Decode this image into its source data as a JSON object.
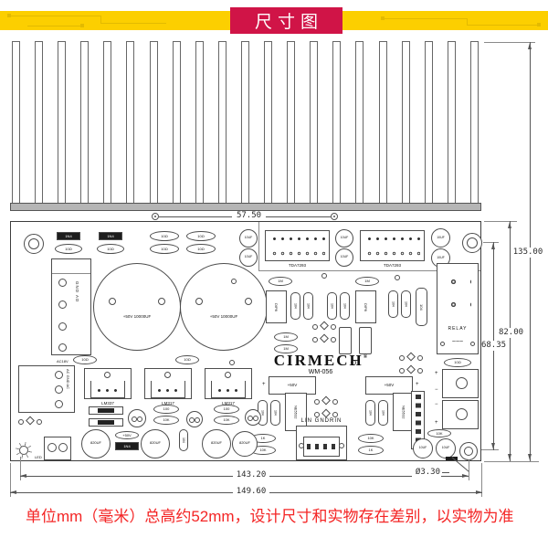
{
  "banner": {
    "title": "尺寸图"
  },
  "note": {
    "text": "单位mm（毫米）总高约52mm，设计尺寸和实物存在差别，以实物为准"
  },
  "brand": {
    "name": "CIRMECH",
    "reg": "®",
    "model": "WM-056"
  },
  "dims": {
    "heatsink_holes": "57.50",
    "overall_height": "135.00",
    "board_height": "82.00",
    "hole_span_vertical": "68.35",
    "hole_span_horizontal": "143.20",
    "board_width": "149.60",
    "hole_diameter": "Ø3.30"
  },
  "labels": {
    "amp_ic": "TDA7293",
    "relay": "RELAY",
    "audio_input": "LIN GNDRIN",
    "led": "LED",
    "ac_voltage": "AC18V",
    "ac_terminal": "AC GND AC",
    "dc_out": "GND AD",
    "coil": "~~~"
  },
  "parts": {
    "diode": "1N4",
    "r10": "10Ω",
    "cap_small": "10UF",
    "cap_film": "104",
    "r1m": "1M",
    "opamp_dip": "DIP8",
    "opamp": "NE5532",
    "r1k": "1K",
    "r10k": "10K",
    "r100": "100",
    "cap_820": "820UF",
    "cap_50v": "+50V",
    "reg_pos": "LM317",
    "reg_neg": "LM337",
    "filter_cap": "+50V 10000UF"
  },
  "marks": {
    "plus": "+",
    "minus": "−"
  },
  "colors": {
    "banner_yellow": "#fccf00",
    "trace_yellow": "#e3ba00",
    "title_red": "#d01447",
    "note_red": "#f42525",
    "line_gray": "#4d4d4d"
  }
}
